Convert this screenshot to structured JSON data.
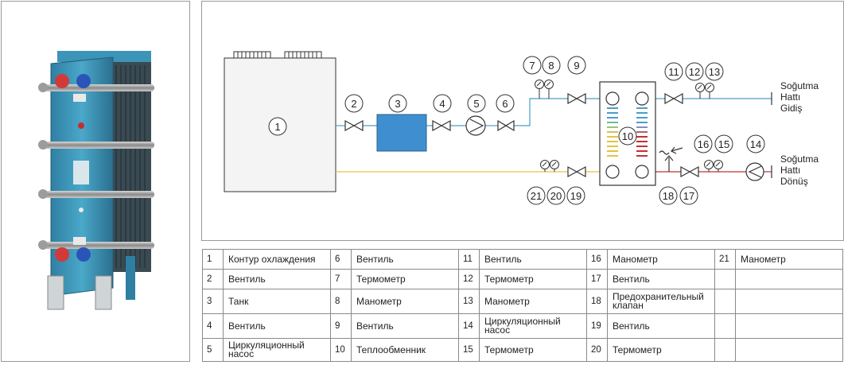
{
  "diagram": {
    "line_labels": {
      "supply": [
        "Soğutma",
        "Hattı",
        "Gidiş"
      ],
      "return": [
        "Soğutma",
        "Hattı",
        "Dönüş"
      ]
    },
    "component_numbers": [
      "1",
      "2",
      "3",
      "4",
      "5",
      "6",
      "7",
      "8",
      "9",
      "10",
      "11",
      "12",
      "13",
      "14",
      "15",
      "16",
      "17",
      "18",
      "19",
      "20",
      "21"
    ]
  },
  "legend": {
    "rows": [
      [
        {
          "num": "1",
          "label": "Контур охлаждения"
        },
        {
          "num": "6",
          "label": "Вентиль"
        },
        {
          "num": "11",
          "label": "Вентиль"
        },
        {
          "num": "16",
          "label": "Манометр"
        },
        {
          "num": "21",
          "label": "Манометр"
        }
      ],
      [
        {
          "num": "2",
          "label": "Вентиль"
        },
        {
          "num": "7",
          "label": "Термометр"
        },
        {
          "num": "12",
          "label": "Термометр"
        },
        {
          "num": "17",
          "label": "Вентиль"
        },
        {
          "num": "",
          "label": ""
        }
      ],
      [
        {
          "num": "3",
          "label": "Танк"
        },
        {
          "num": "8",
          "label": "Манометр"
        },
        {
          "num": "13",
          "label": "Манометр"
        },
        {
          "num": "18",
          "label": "Предохранительный клапан"
        },
        {
          "num": "",
          "label": ""
        }
      ],
      [
        {
          "num": "4",
          "label": "Вентиль"
        },
        {
          "num": "9",
          "label": "Вентиль"
        },
        {
          "num": "14",
          "label": "Циркуляционный насос"
        },
        {
          "num": "19",
          "label": "Вентиль"
        },
        {
          "num": "",
          "label": ""
        }
      ],
      [
        {
          "num": "5",
          "label": "Циркуляционный насос"
        },
        {
          "num": "10",
          "label": "Теплообменник"
        },
        {
          "num": "15",
          "label": "Термометр"
        },
        {
          "num": "20",
          "label": "Термометр"
        },
        {
          "num": "",
          "label": ""
        }
      ]
    ]
  }
}
